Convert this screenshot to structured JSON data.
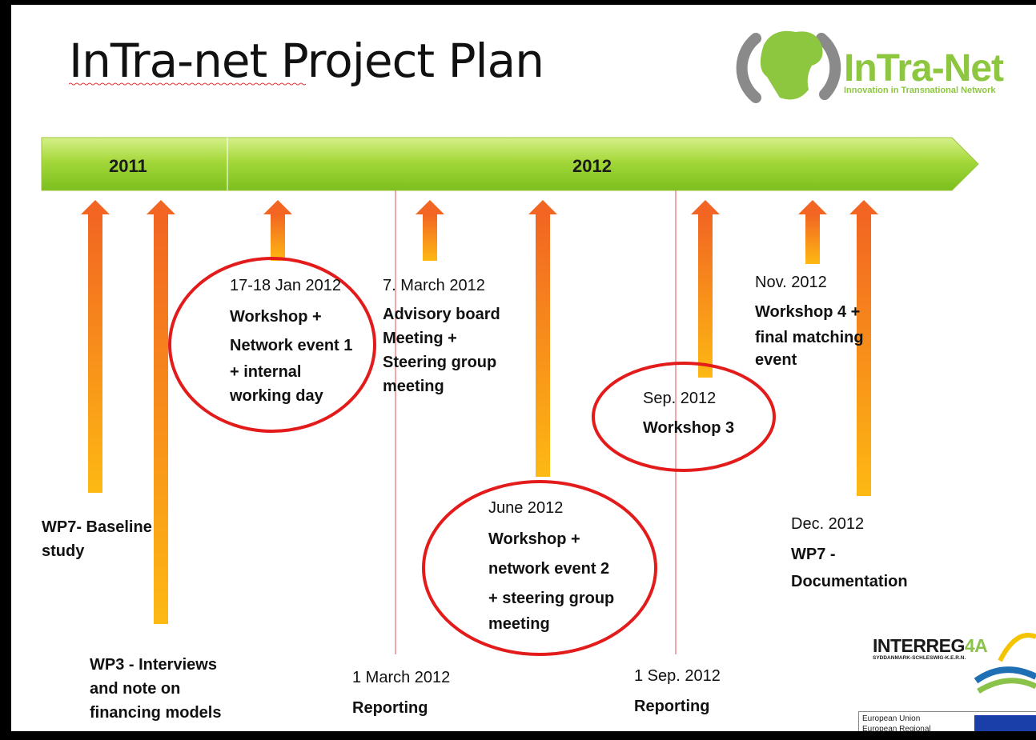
{
  "slide": {
    "title": "InTra-net Project Plan",
    "logo": {
      "name": "InTra-Net",
      "subtitle": "Innovation in Transnational Network"
    },
    "timeline": {
      "year_2011": "2011",
      "year_2012": "2012"
    },
    "milestones": [
      {
        "date": "",
        "lines": [
          "WP7- Baseline",
          "study"
        ]
      },
      {
        "date": "",
        "lines": [
          "WP3 - Interviews",
          "and note on",
          "financing models"
        ]
      },
      {
        "date": "17-18 Jan 2012",
        "lines": [
          "Workshop +",
          "Network event 1",
          "+ internal",
          "working day"
        ]
      },
      {
        "date": "7. March 2012",
        "lines": [
          "Advisory board",
          "Meeting +",
          "Steering group",
          "meeting"
        ]
      },
      {
        "date": "June 2012",
        "lines": [
          "Workshop +",
          "network event 2",
          "+ steering group",
          "meeting"
        ]
      },
      {
        "date": "Sep. 2012",
        "lines": [
          "Workshop 3"
        ]
      },
      {
        "date": "Nov. 2012",
        "lines": [
          "Workshop 4 +",
          "final  matching",
          "event"
        ]
      },
      {
        "date": "Dec. 2012",
        "lines": [
          "WP7 -",
          "Documentation"
        ]
      }
    ],
    "reporting": [
      {
        "date": "1 March 2012",
        "label": "Reporting"
      },
      {
        "date": "1 Sep. 2012",
        "label": "Reporting"
      }
    ],
    "interreg": {
      "name_main": "INTERREG",
      "name_suffix": "4A",
      "region": "SYDDANMARK-SCHLESWIG-K.E.R.N."
    },
    "eu": {
      "line1": "European Union",
      "line2": "European Regional"
    },
    "colors": {
      "highlight_circle": "#e31b1b",
      "arrow_orange": "#f7941d",
      "timeline_green": "#8dc63f",
      "reporting_line": "#e05050"
    }
  }
}
